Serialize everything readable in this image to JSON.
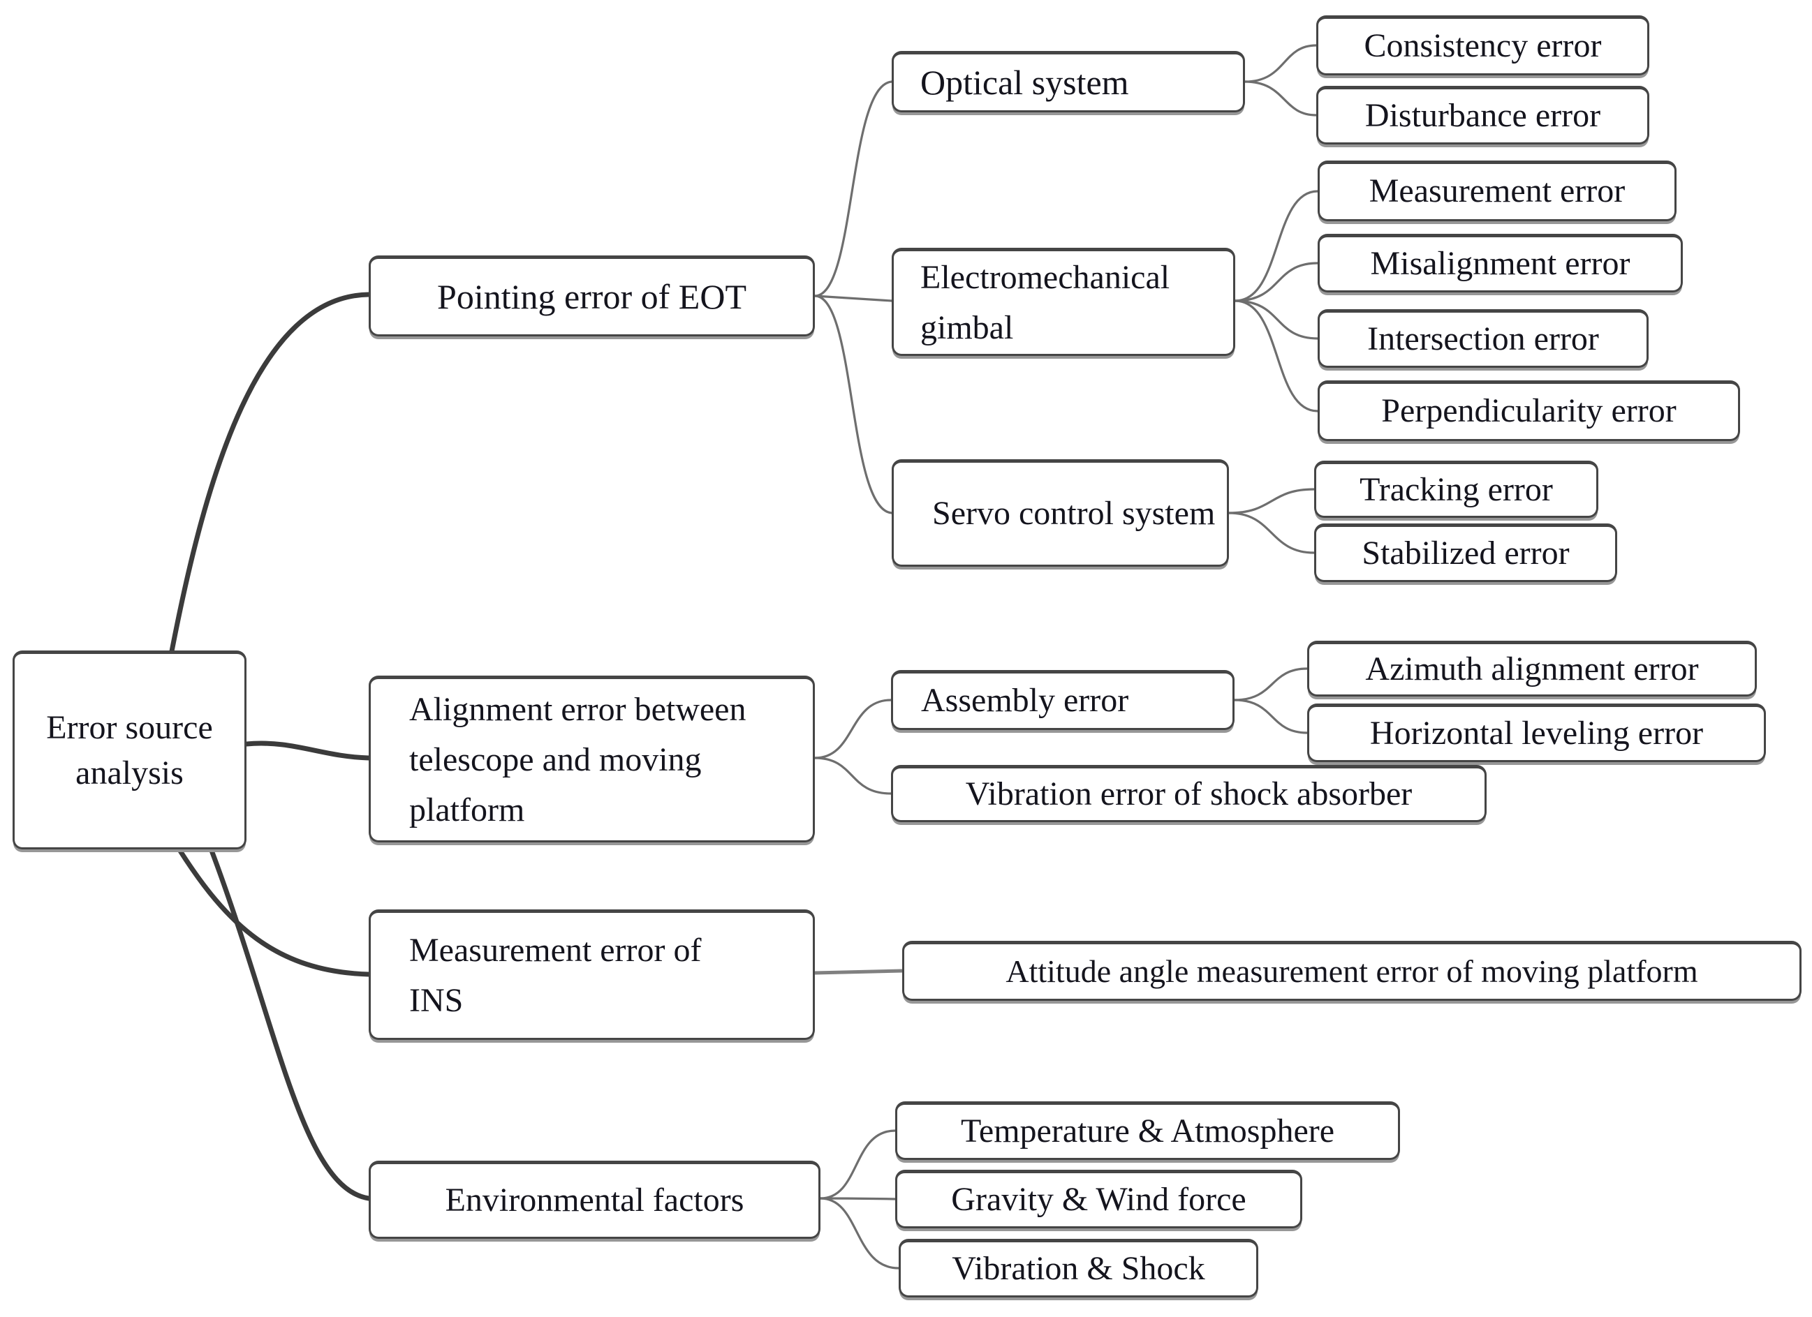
{
  "figure": {
    "type": "tree-diagram",
    "title": "Error source analysis",
    "colors": {
      "box_fill": "#ffffff",
      "box_border": "#454545",
      "box_shadow": "#979797",
      "text": "#14141d",
      "link_main": "#3b3b3b",
      "link_sub": "#6e6e6e",
      "background": "#ffffff"
    },
    "tree": {
      "label": "Error source analysis",
      "children": [
        {
          "label": "Pointing error of EOT",
          "children": [
            {
              "label": "Optical system",
              "children": [
                {
                  "label": "Consistency error"
                },
                {
                  "label": "Disturbance error"
                }
              ]
            },
            {
              "label": "Electromechanical gimbal",
              "children": [
                {
                  "label": "Measurement error"
                },
                {
                  "label": "Misalignment error"
                },
                {
                  "label": "Intersection error"
                },
                {
                  "label": "Perpendicularity error"
                }
              ]
            },
            {
              "label": "Servo control system",
              "children": [
                {
                  "label": "Tracking error"
                },
                {
                  "label": "Stabilized error"
                }
              ]
            }
          ]
        },
        {
          "label": "Alignment error between telescope and moving platform",
          "children": [
            {
              "label": "Assembly error",
              "children": [
                {
                  "label": "Azimuth alignment error"
                },
                {
                  "label": "Horizontal leveling error"
                }
              ]
            },
            {
              "label": "Vibration error of shock absorber"
            }
          ]
        },
        {
          "label": "Measurement error of INS",
          "children": [
            {
              "label": "Attitude angle measurement error of moving platform"
            }
          ]
        },
        {
          "label": "Environmental factors",
          "children": [
            {
              "label": "Temperature & Atmosphere"
            },
            {
              "label": "Gravity & Wind force"
            },
            {
              "label": "Vibration & Shock"
            }
          ]
        }
      ]
    }
  }
}
